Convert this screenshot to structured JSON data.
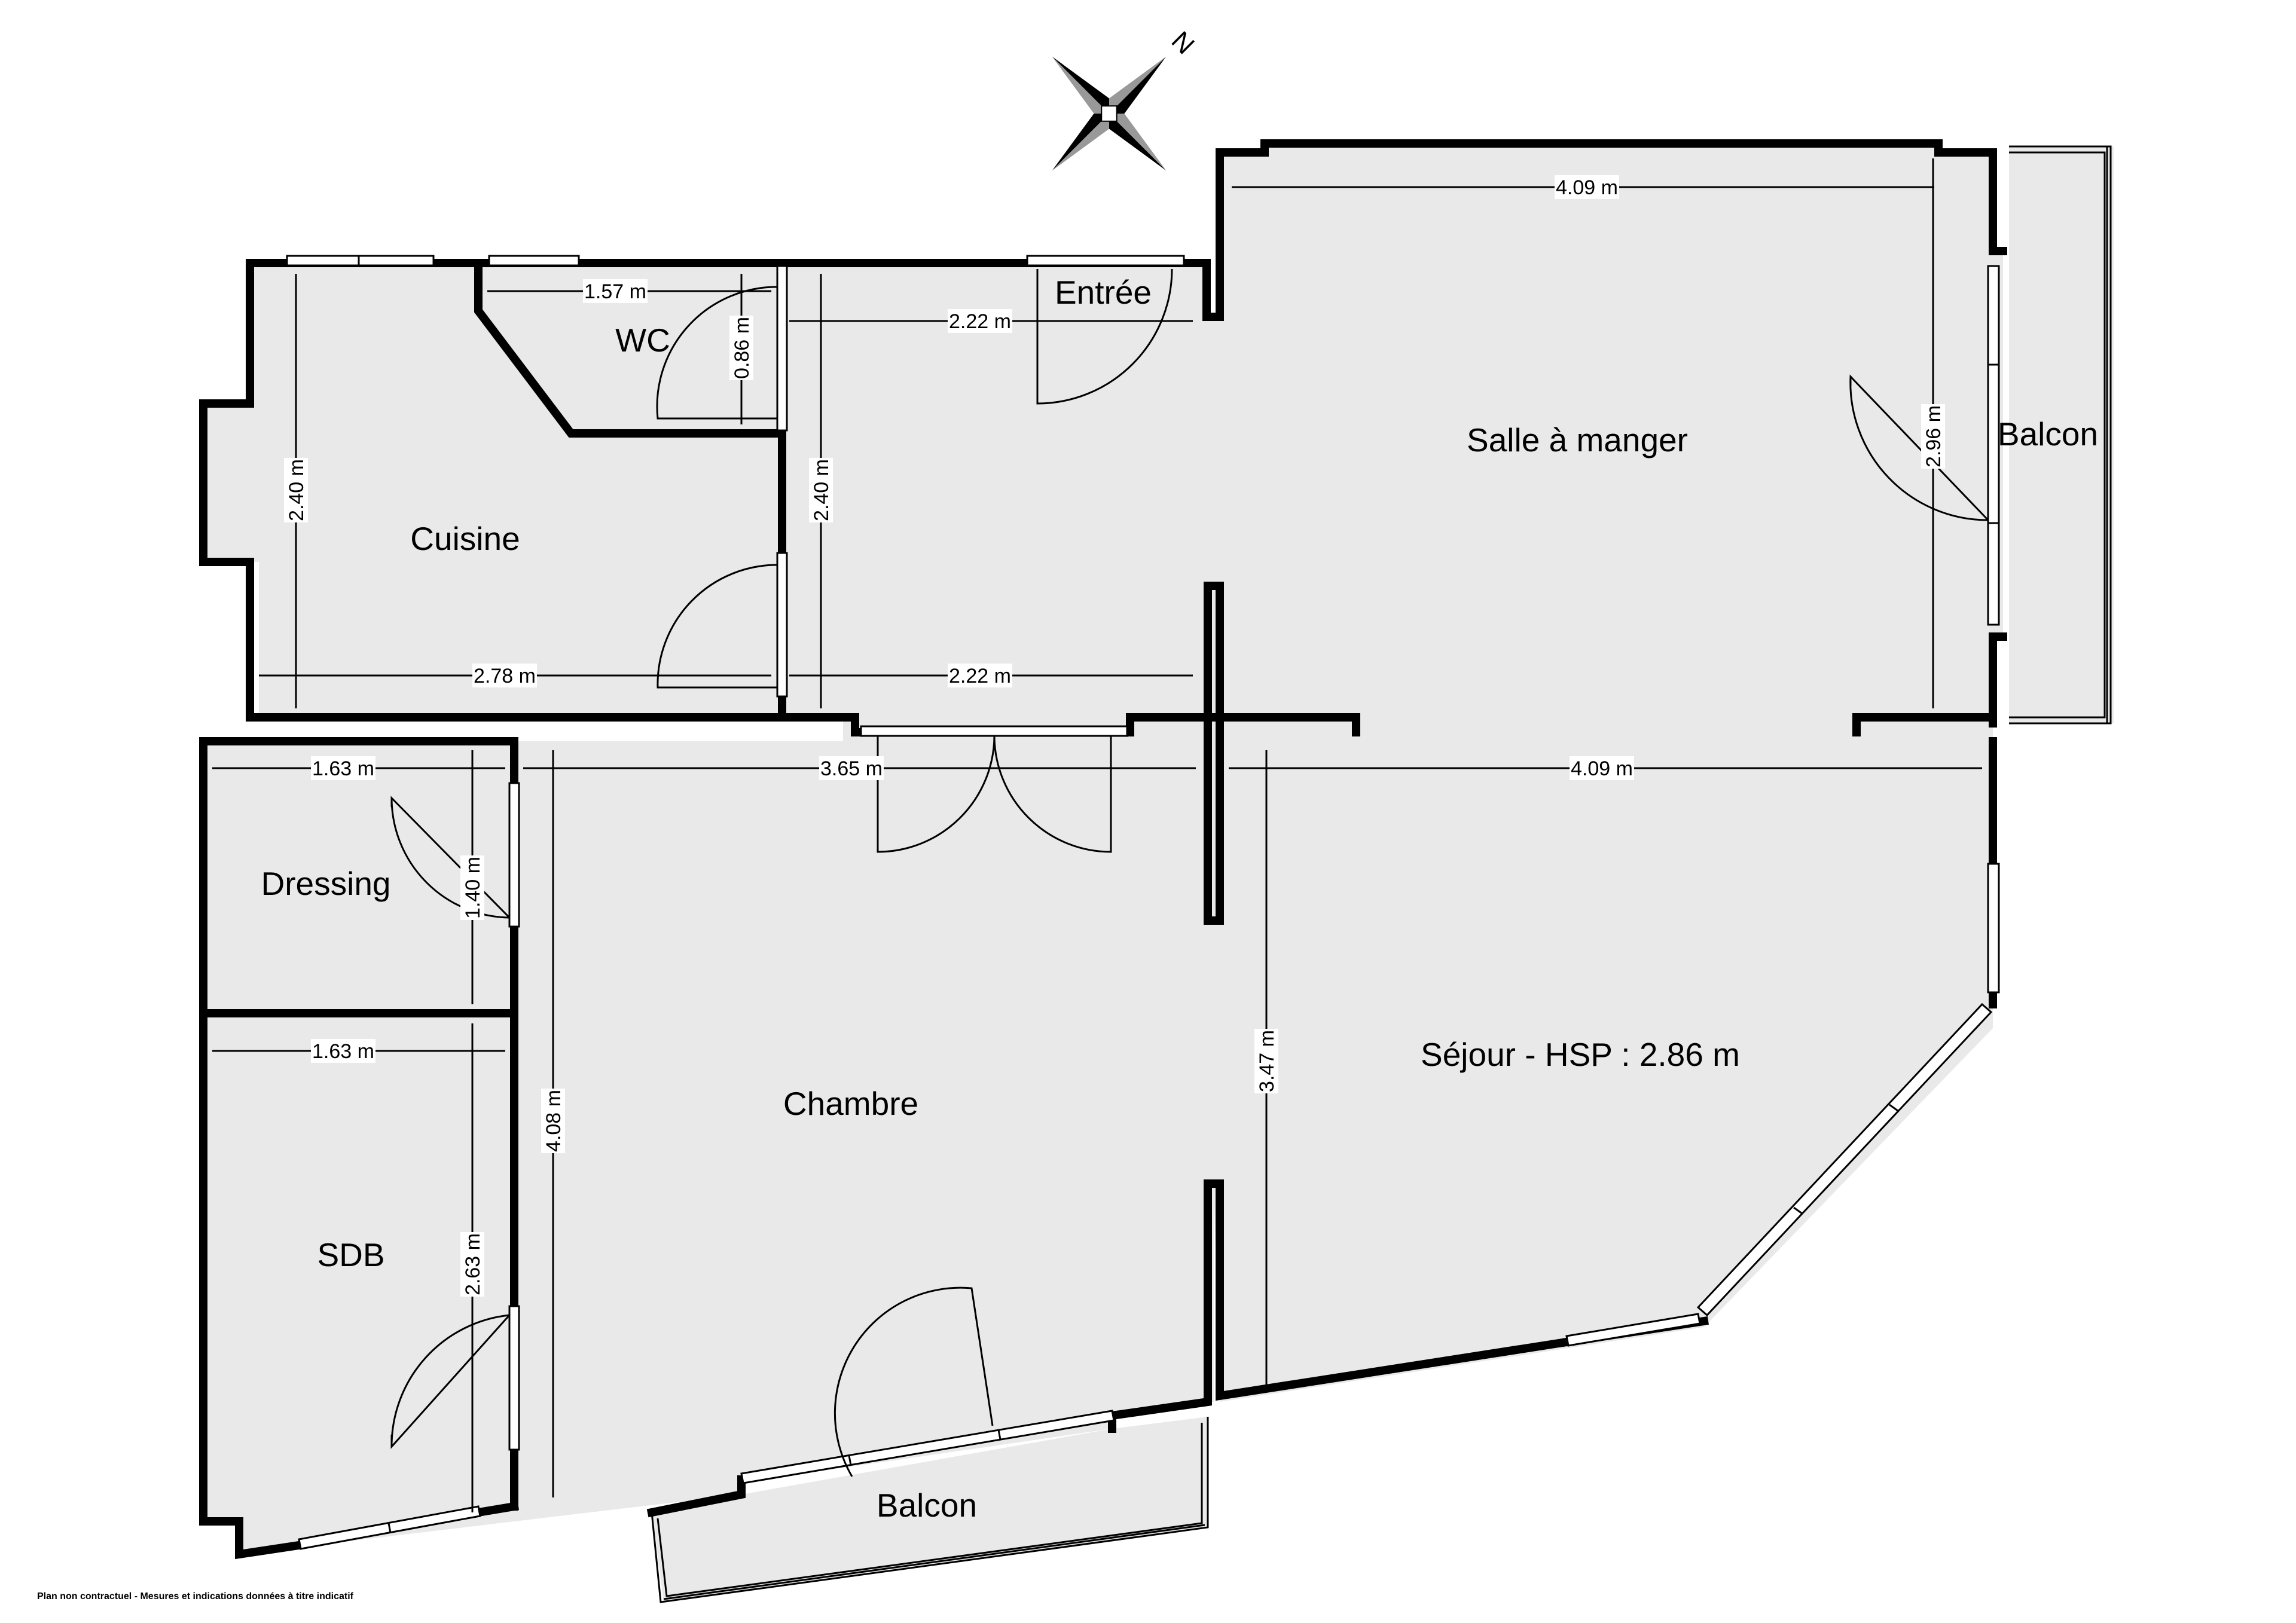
{
  "rooms": {
    "entree": "Entrée",
    "wc": "WC",
    "salle_a_manger": "Salle à manger",
    "balcon_east": "Balcon",
    "cuisine": "Cuisine",
    "dressing": "Dressing",
    "chambre": "Chambre",
    "sejour": "Séjour - HSP : 2.86 m",
    "sdb": "SDB",
    "balcon_south": "Balcon"
  },
  "dimensions": {
    "salle_width": "4.09 m",
    "wc_width": "1.57 m",
    "entree_width": "2.22 m",
    "wc_height": "0.86 m",
    "salle_height": "2.96 m",
    "cuisine_height": "2.40 m",
    "entree_height": "2.40 m",
    "cuisine_width": "2.78 m",
    "hall_width": "2.22 m",
    "dressing_width": "1.63 m",
    "chambre_width": "3.65 m",
    "sejour_width": "4.09 m",
    "dressing_height": "1.40 m",
    "sdb_width": "1.63 m",
    "sejour_height": "3.47 m",
    "chambre_height": "4.08 m",
    "sdb_height": "2.63 m"
  },
  "compass": {
    "north_label": "N"
  },
  "footer": {
    "disclaimer": "Plan non contractuel - Mesures et indications données à titre indicatif"
  },
  "colors": {
    "floor": "#e9e9e9",
    "wall": "#000000",
    "background": "#ffffff"
  }
}
